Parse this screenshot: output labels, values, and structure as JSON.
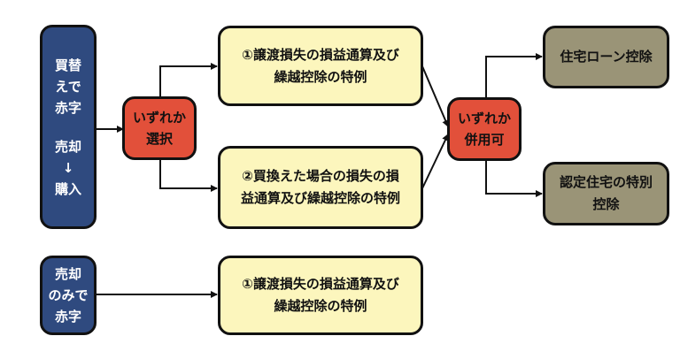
{
  "left": {
    "sell_buy_loss": "買替\nえで\n赤字",
    "sell_buy_flow": "売却\n↓\n購入",
    "sell_only_loss": "売却\nのみで\n赤字"
  },
  "choice_either": "いずれか\n選択",
  "combine_either": "いずれか\n併用可",
  "deductions": {
    "transfer_loss_top": "①譲渡損失の損益通算及び\n繰越控除の特例",
    "replacement_loss": "②買換えた場合の損失の損\n益通算及び繰越控除の特例",
    "transfer_loss_bottom": "①譲渡損失の損益通算及び\n繰越控除の特例"
  },
  "credits": {
    "housing_loan": "住宅ローン控除",
    "certified_housing": "認定住宅の特別\n控除"
  },
  "colors": {
    "blue": "#2f4a7f",
    "red": "#e2503a",
    "yellow": "#fcf6bd",
    "olive": "#9a9477"
  }
}
